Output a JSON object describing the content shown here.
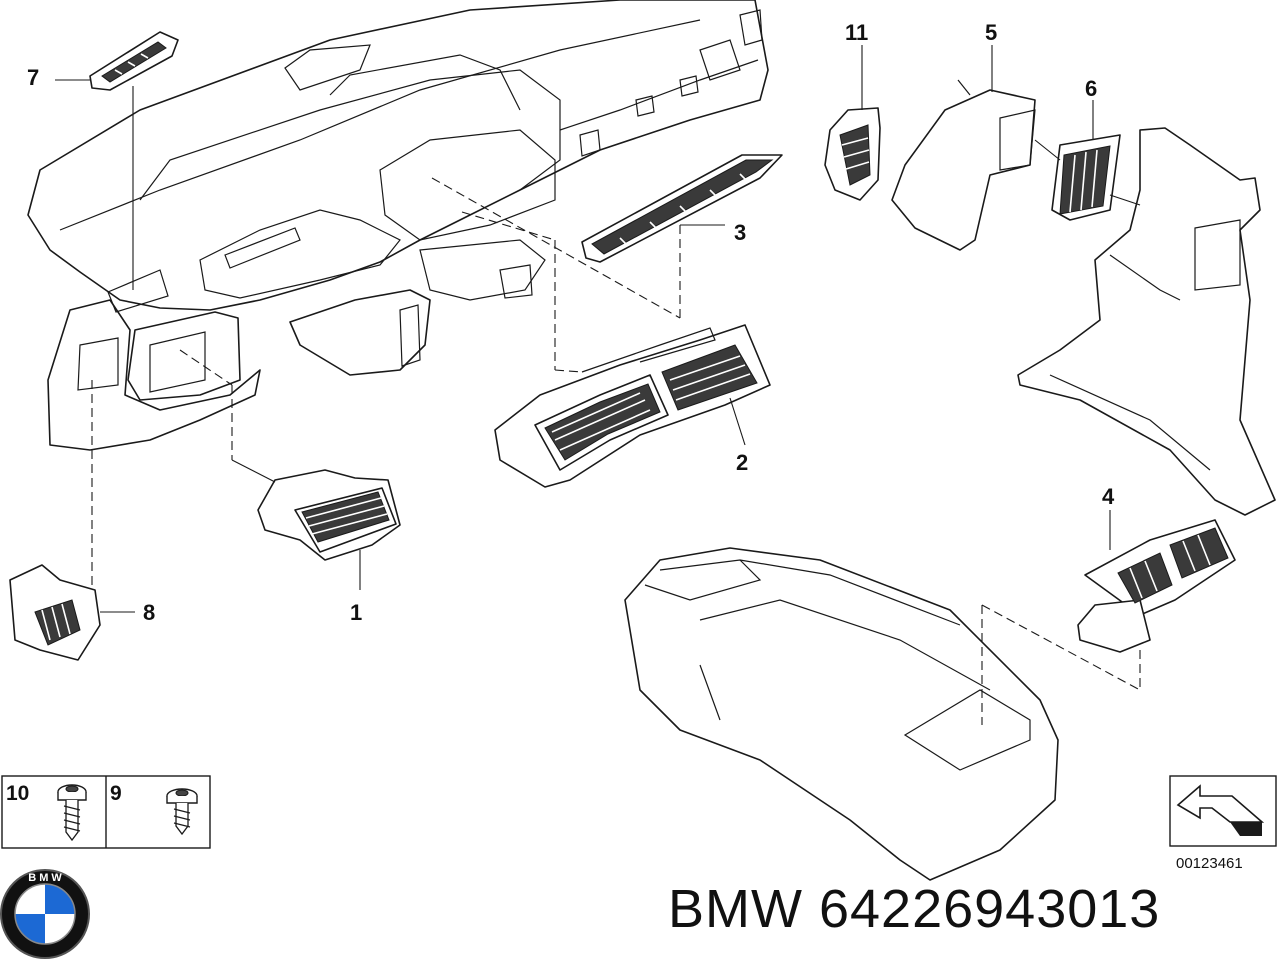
{
  "callouts": [
    {
      "id": "1",
      "text": "1"
    },
    {
      "id": "2",
      "text": "2"
    },
    {
      "id": "3",
      "text": "3"
    },
    {
      "id": "4",
      "text": "4"
    },
    {
      "id": "5",
      "text": "5"
    },
    {
      "id": "6",
      "text": "6"
    },
    {
      "id": "7",
      "text": "7"
    },
    {
      "id": "8",
      "text": "8"
    },
    {
      "id": "11",
      "text": "11"
    }
  ],
  "fastener_box": {
    "left_number": "10",
    "right_number": "9"
  },
  "diagram_code": "00123461",
  "logo": {
    "text": "B M W",
    "colors": [
      "#1c69d4",
      "#ffffff",
      "#000000"
    ]
  },
  "caption": "BMW 64226943013"
}
